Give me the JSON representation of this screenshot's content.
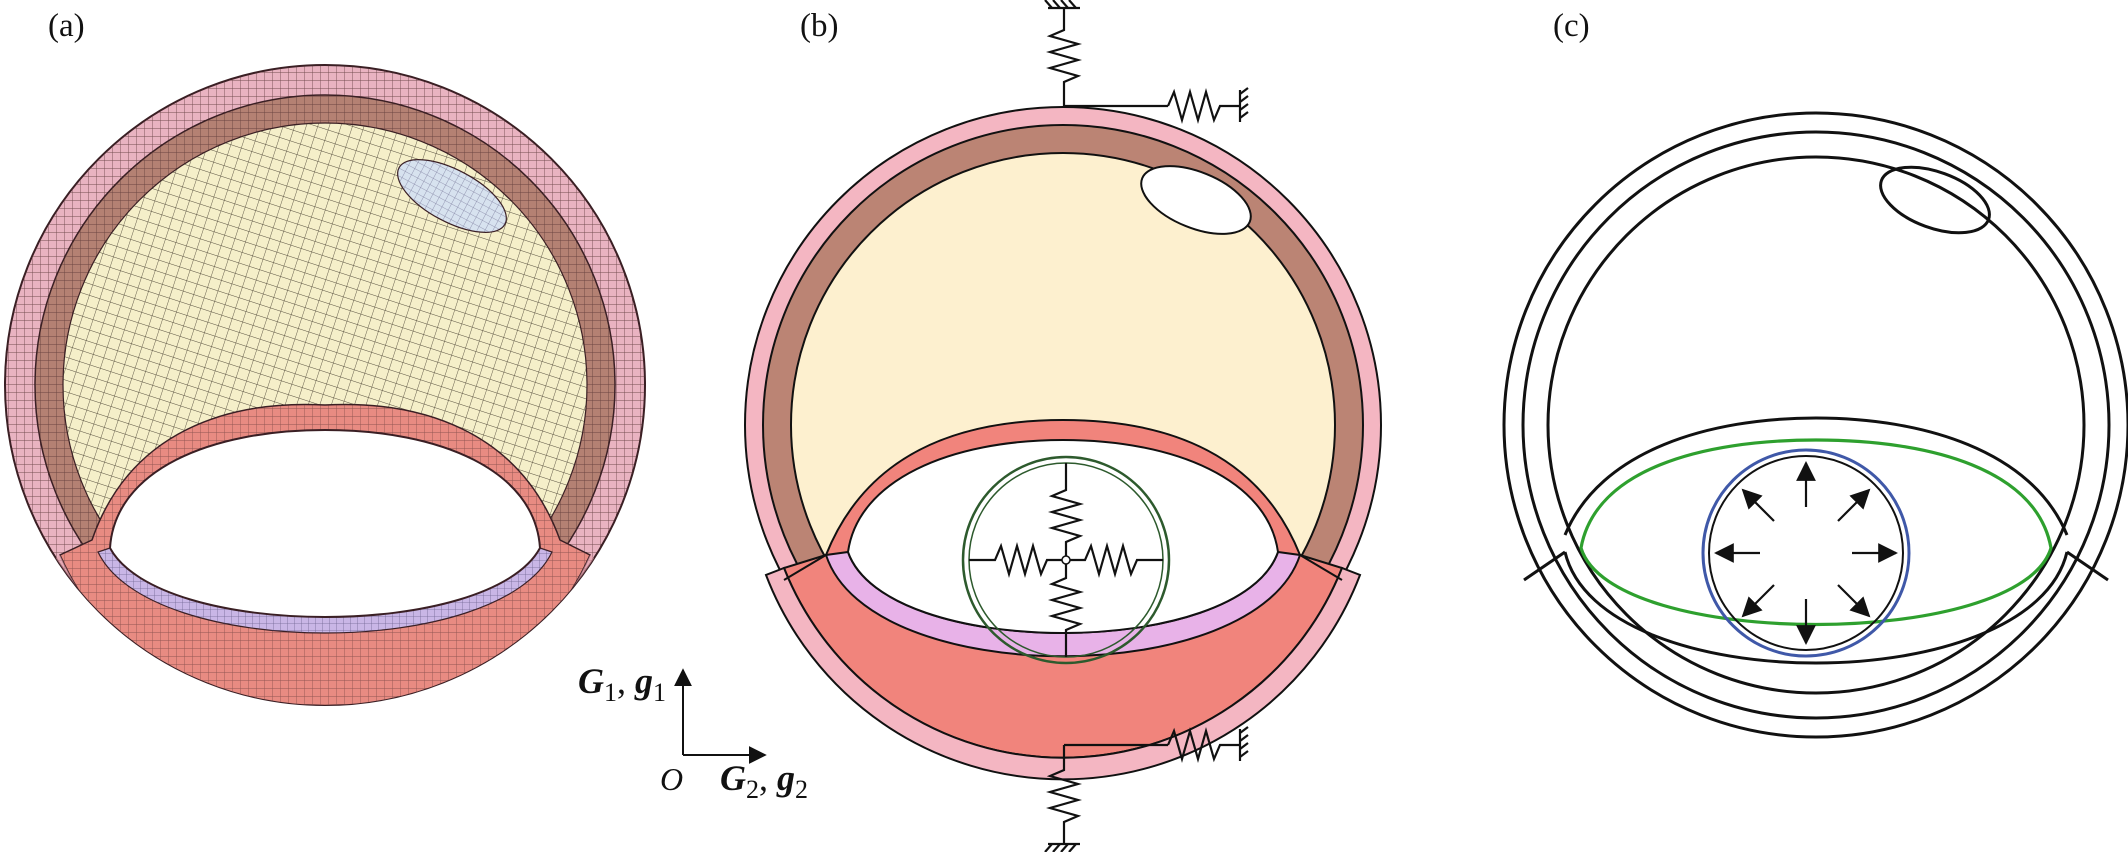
{
  "panels": {
    "a": {
      "label": "(a)"
    },
    "b": {
      "label": "(b)"
    },
    "c": {
      "label": "(c)"
    }
  },
  "axes": {
    "origin": "O",
    "vertical": {
      "sym1": "G",
      "sub1": "1",
      "sym2": "g",
      "sub2": "1"
    },
    "horizontal": {
      "sym1": "G",
      "sub1": "2",
      "sym2": "g",
      "sub2": "2"
    }
  },
  "colors": {
    "outer_ring": "#f4b6c2",
    "wall_ring": "#bb8474",
    "tissue": "#fdf0cf",
    "lower_band": "#f1847c",
    "lumen_lining": "#e8b2e8",
    "spring_ring": "#2d5a2d",
    "cavity_green": "#2ea02e",
    "pressure_ring": "#3f58a8",
    "line": "#111111"
  }
}
